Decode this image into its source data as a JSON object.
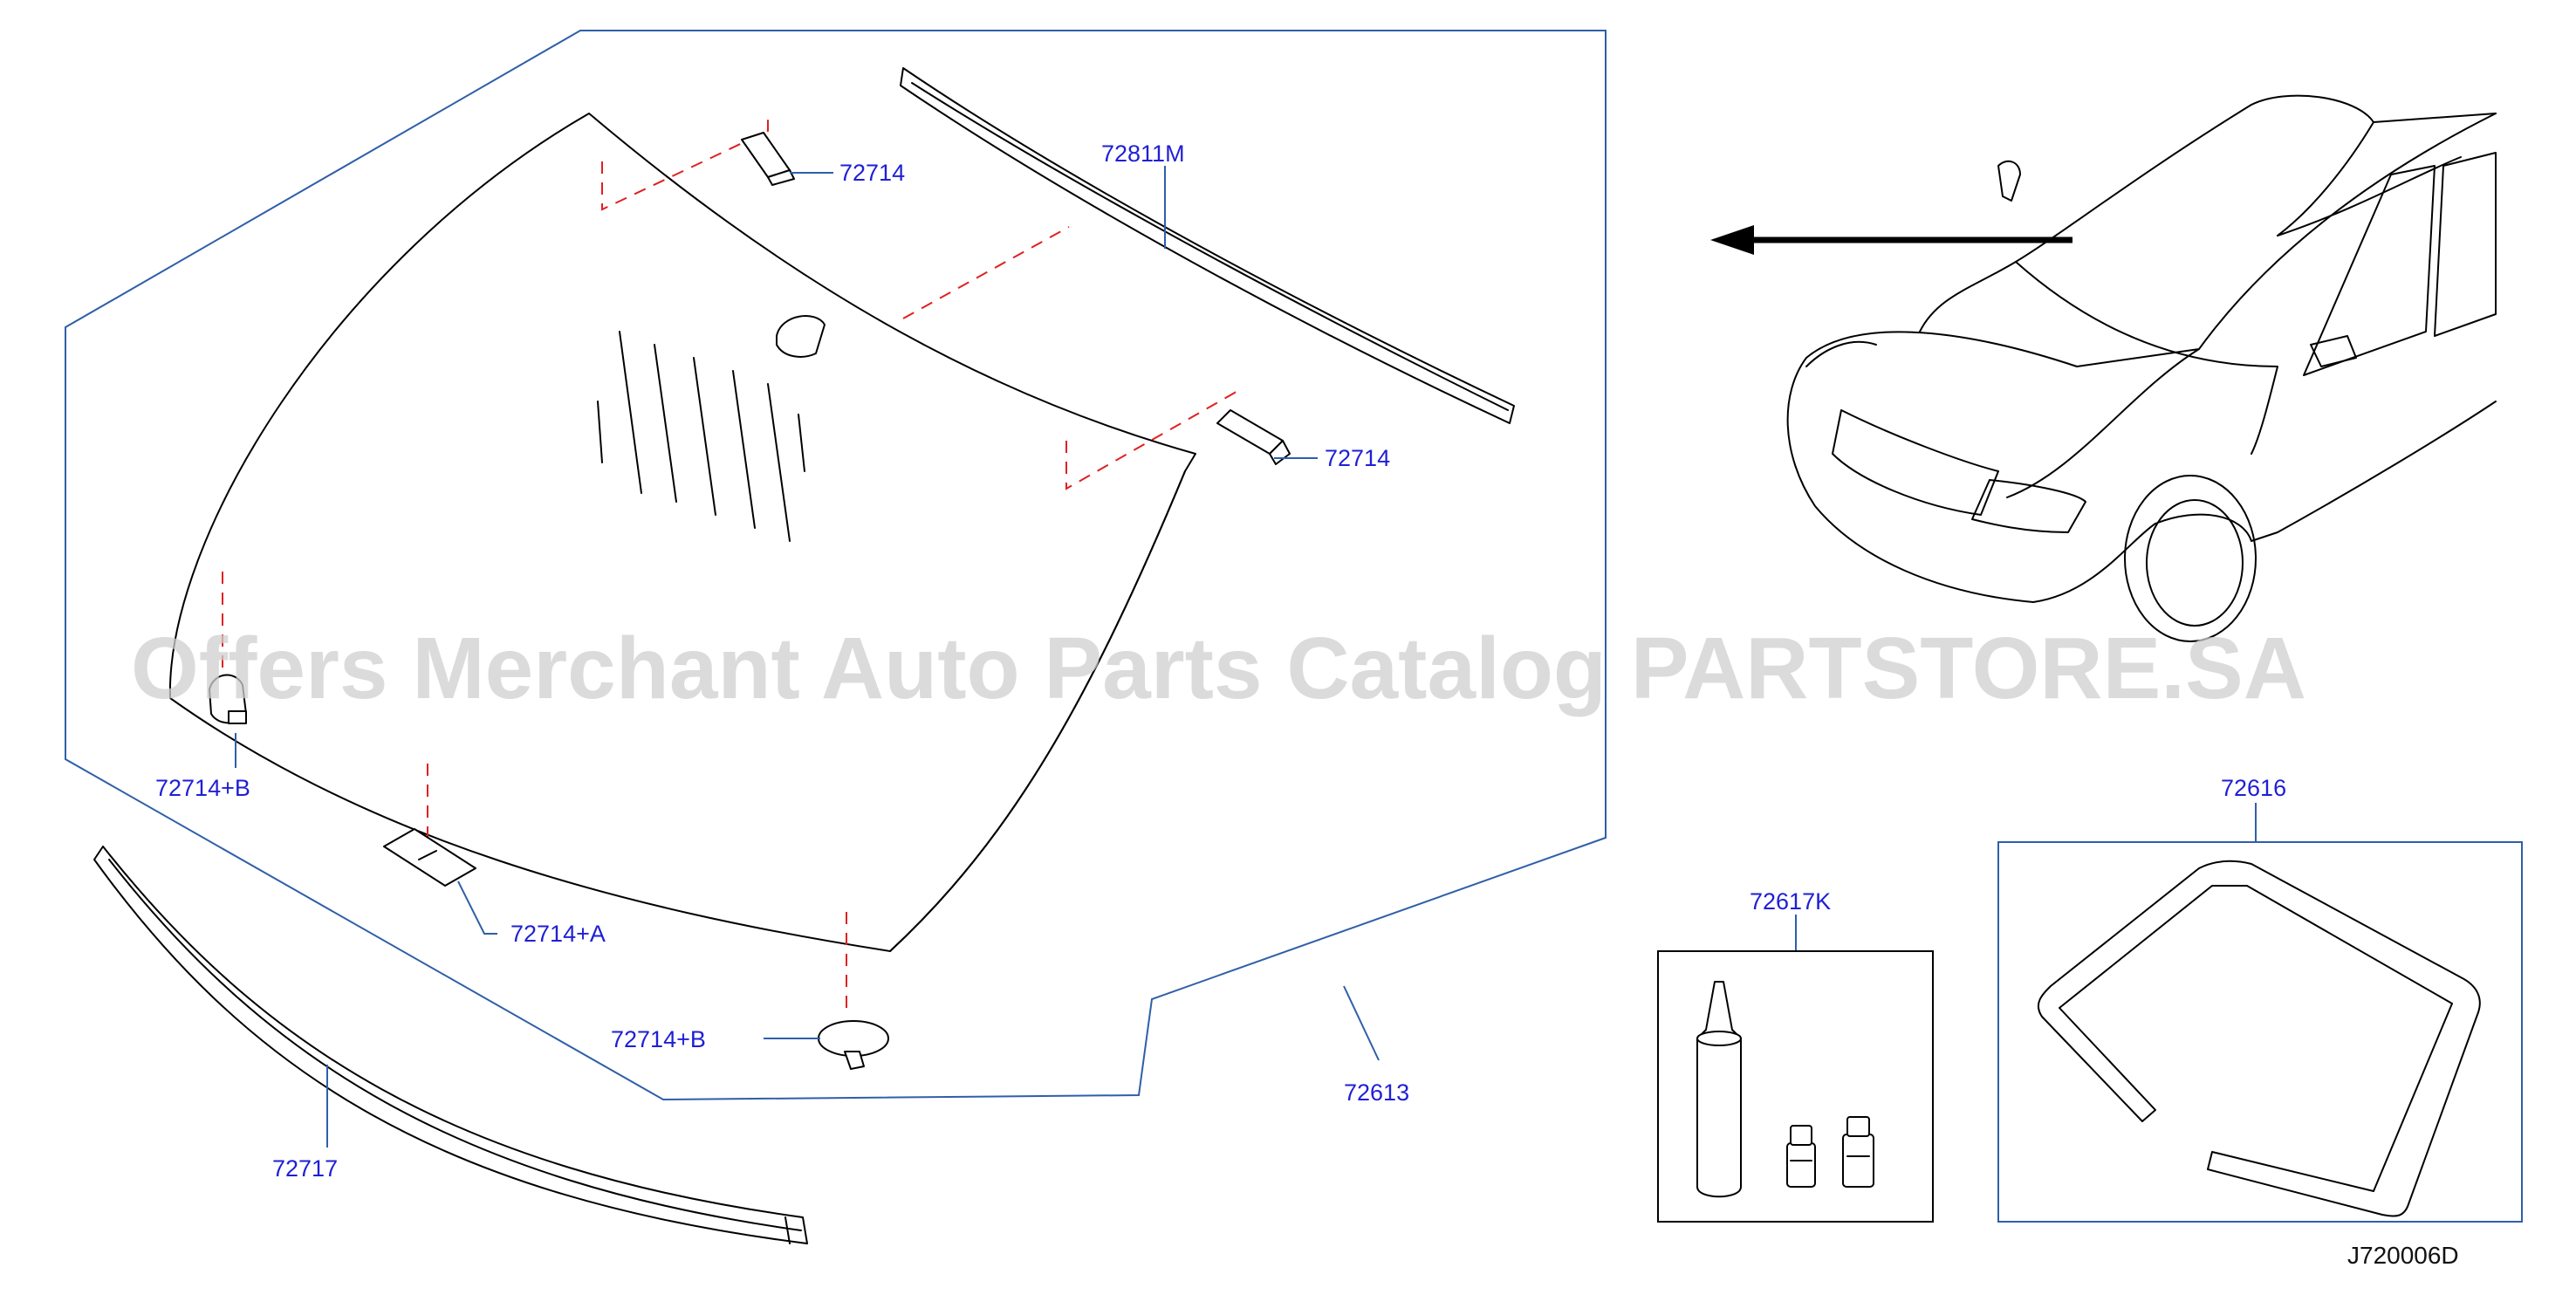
{
  "watermark": "Offers Merchant Auto Parts Catalog PARTSTORE.SA",
  "diagram_code": "J720006D",
  "callouts": {
    "clip_top": "72714",
    "molding_top": "72811M",
    "clip_right": "72714",
    "clip_left_b": "72714+B",
    "label_a": "72714+A",
    "clip_bottom_b": "72714+B",
    "glass": "72613",
    "molding_lower": "72717",
    "adhesive_kit": "72617K",
    "dam": "72616"
  },
  "colors": {
    "callout_text": "#1f1fd6",
    "leader_line": "#2f5fa8",
    "fit_line": "#e02020",
    "outline": "#000000"
  }
}
